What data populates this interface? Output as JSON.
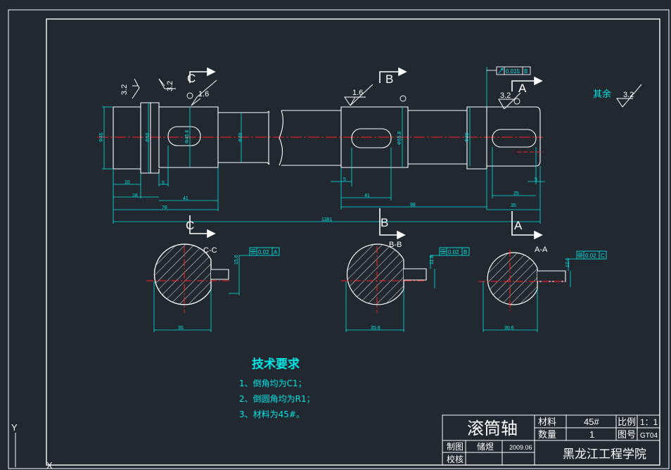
{
  "drawing": {
    "section_markers": {
      "c": "C",
      "b": "B",
      "a": "A"
    },
    "section_titles": {
      "cc": "C-C",
      "bb": "B-B",
      "aa": "A-A"
    },
    "roughness": {
      "r32a": "3.2",
      "r32b": "3.2",
      "r16a": "1.6",
      "r16b": "1.6",
      "r32c": "3.2",
      "rest_label": "其余",
      "rest_value": "3.2"
    },
    "tolerances": {
      "runout": {
        "value": "0.015",
        "datum": "B"
      },
      "cc": {
        "value": "0.02",
        "datum": "A"
      },
      "bb": {
        "value": "0.02",
        "datum": "B"
      },
      "aa": {
        "value": "0.02",
        "datum": "C"
      }
    },
    "datum_bubbles": {
      "a": "A",
      "b": "B",
      "c": "C"
    },
    "dims": {
      "d1": "Φ45",
      "d2": "Φ50",
      "d3": "Φ45.6",
      "d4": "Φ40",
      "d5": "Φ55.8",
      "d6": "Φ30",
      "l1": "10",
      "l2": "28",
      "l3": "5",
      "l4": "41",
      "l5": "78",
      "l6": "5",
      "l7": "41",
      "l8": "98",
      "l9": "35",
      "l10": "25",
      "l11": "5",
      "l12": "1381",
      "s1": "35",
      "s1k": "15.6",
      "s2": "35.8",
      "s2k": "11.8",
      "s3": "30.6",
      "s3k": "12.6"
    },
    "tech": {
      "title": "技术要求",
      "items": [
        "1、倒角均为C1；",
        "2、倒圆角均为R1；",
        "3、材料为45#。"
      ]
    },
    "title_block": {
      "part_name": "滚筒轴",
      "material_label": "材料",
      "material_value": "45#",
      "scale_label": "比例",
      "scale_value": "1：1",
      "qty_label": "数量",
      "qty_value": "1",
      "dwg_label": "图号",
      "dwg_value": "GT04",
      "drawn_label": "制图",
      "drawn_name": "储煜",
      "date": "2009.06",
      "checked_label": "校核",
      "school": "黑龙江工程学院"
    },
    "ucs": {
      "y": "Y",
      "x": "X"
    }
  }
}
